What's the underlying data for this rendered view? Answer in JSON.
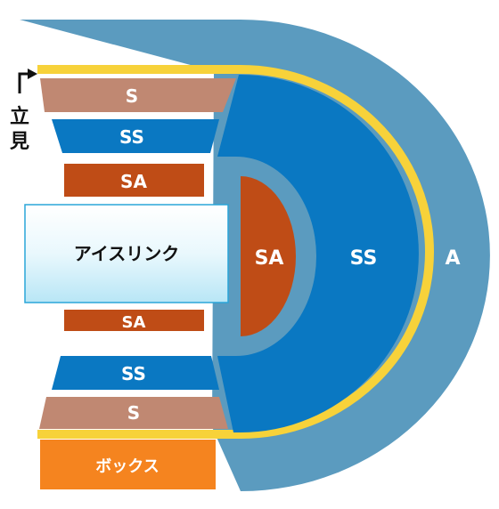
{
  "standing": {
    "label_1": "立",
    "label_2": "見"
  },
  "sections": {
    "upper_s": "S",
    "upper_ss": "SS",
    "upper_sa": "SA",
    "rink": "アイスリンク",
    "lower_sa": "SA",
    "lower_ss": "SS",
    "lower_s": "S",
    "box": "ボックス",
    "arena_sa": "SA",
    "arena_ss": "SS",
    "arena_a": "A"
  },
  "colors": {
    "a_zone": "#5b9bbf",
    "ss_zone": "#0a78c2",
    "sa_zone": "#bf4c16",
    "s_zone": "#c08872",
    "box_zone": "#f5841f",
    "walkway": "#f7d23a",
    "rink_edge": "#2aa5d8"
  }
}
